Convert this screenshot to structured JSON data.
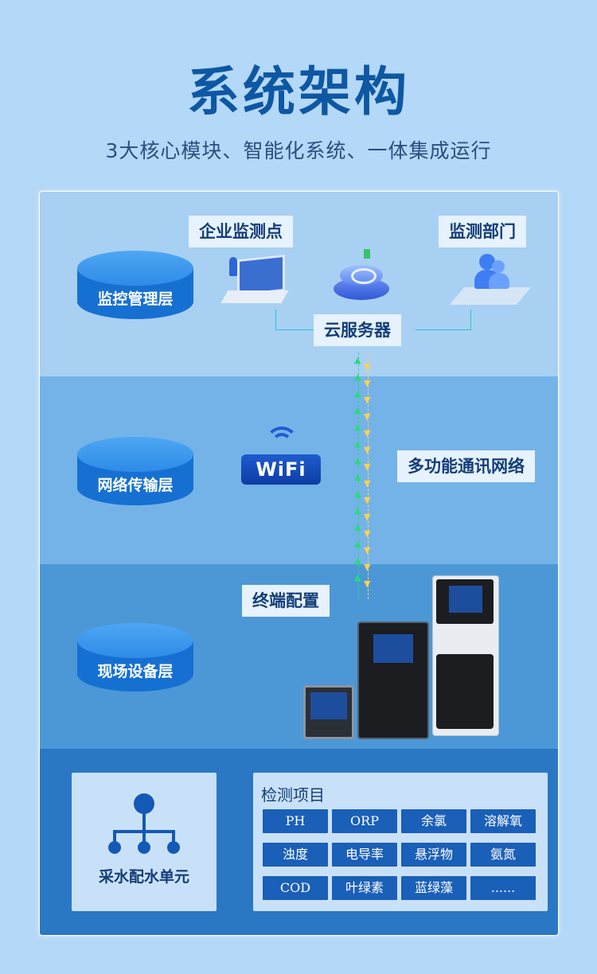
{
  "header": {
    "title": "系统架构",
    "subtitle": "3大核心模块、智能化系统、一体集成运行"
  },
  "layers": {
    "management": "监控管理层",
    "network": "网络传输层",
    "field": "现场设备层"
  },
  "tags": {
    "enterprise": "企业监测点",
    "department": "监测部门",
    "cloud": "云服务器",
    "comm": "多功能通讯网络",
    "terminal": "终端配置"
  },
  "wifi": {
    "label": "WiFi"
  },
  "unit": {
    "label": "采水配水单元"
  },
  "items": {
    "heading": "检测项目",
    "list": [
      "PH",
      "ORP",
      "余氯",
      "溶解氧",
      "浊度",
      "电导率",
      "悬浮物",
      "氨氮",
      "COD",
      "叶绿素",
      "蓝绿藻",
      "......"
    ]
  },
  "colors": {
    "title": "#0e57a3",
    "band_management": "#a8d0f3",
    "band_network": "#74b3e8",
    "band_field": "#4c98d6",
    "band_bottom": "#2a78c4",
    "chip": "#1a5fb8",
    "uplink_arrow": "#2bd97f",
    "downlink_arrow": "#ffd24a"
  },
  "icons": [
    "laptop-icon",
    "cloud-server-icon",
    "users-icon",
    "wifi-icon",
    "water-tree-icon"
  ]
}
